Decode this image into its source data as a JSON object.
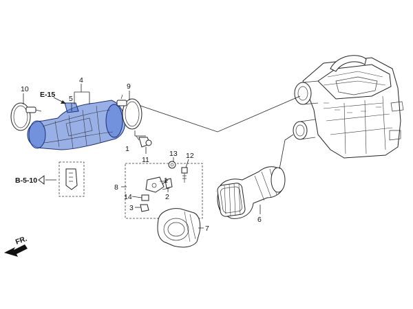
{
  "callouts": {
    "c1": "1",
    "c2": "2",
    "c3": "3",
    "c4": "4",
    "c5": "5",
    "c6": "6",
    "c7": "7",
    "c8": "8",
    "c9": "9",
    "c10": "10",
    "c11": "11",
    "c12": "12",
    "c13": "13",
    "c14": "14"
  },
  "references": {
    "e15": "E-15",
    "b510": "B-5-10"
  },
  "direction_label": "FR.",
  "colors": {
    "highlight": "#5b7fd6",
    "line": "#222222"
  }
}
